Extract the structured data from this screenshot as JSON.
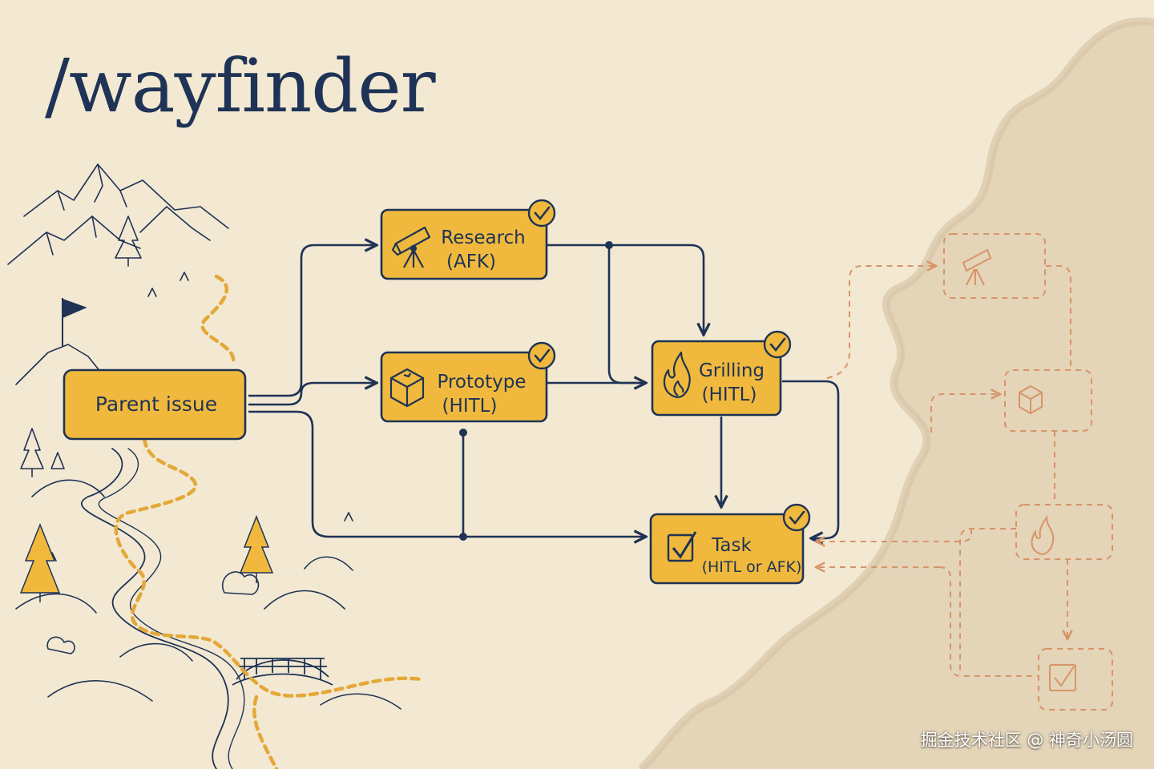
{
  "title": "/wayfinder",
  "nodes": {
    "parent": {
      "label": "Parent issue"
    },
    "research": {
      "line1": "Research",
      "line2": "(AFK)"
    },
    "prototype": {
      "line1": "Prototype",
      "line2": "(HITL)"
    },
    "grilling": {
      "line1": "Grilling",
      "line2": "(HITL)"
    },
    "task": {
      "line1": "Task",
      "line2": "(HITL or AFK)"
    }
  },
  "watermark": "掘金技术社区 @ 神奇小汤圆",
  "icons": [
    "telescope-icon",
    "cube-icon",
    "flame-icon",
    "checkbox-icon",
    "check-badge-icon",
    "flag-icon",
    "pine-tree-icon",
    "mountain-icon",
    "bridge-icon"
  ],
  "colors": {
    "background": "#f3e8d2",
    "node_fill": "#f0b93d",
    "ink": "#1e3355",
    "faded": "#d79468",
    "mist": "#e3d3b6"
  }
}
